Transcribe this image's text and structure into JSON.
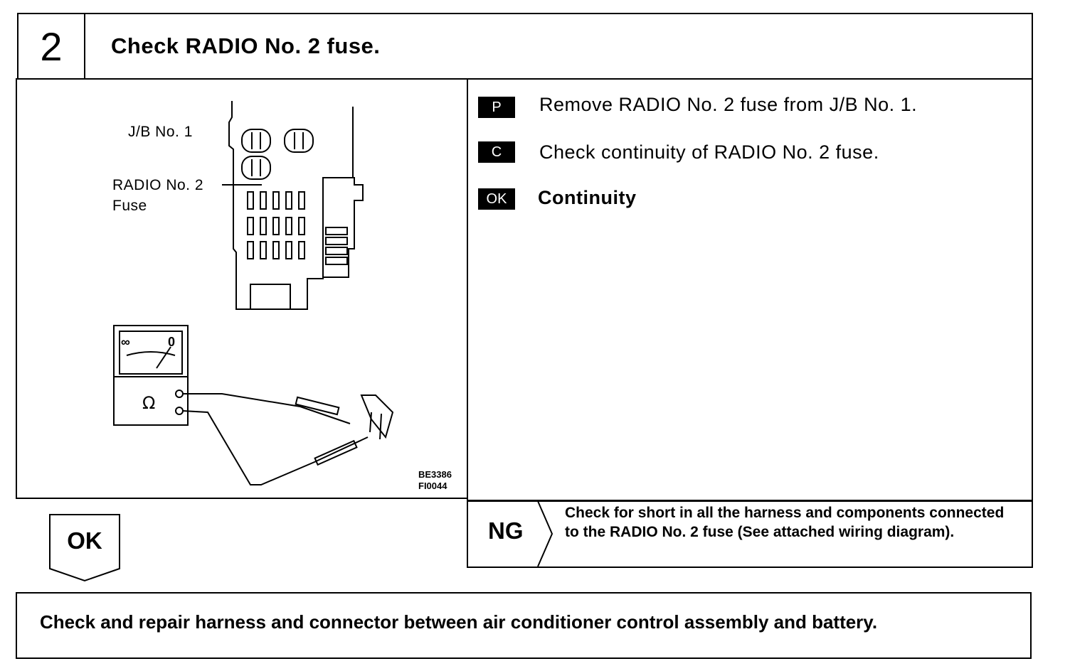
{
  "step": {
    "number": "2",
    "title": "Check RADIO No. 2 fuse."
  },
  "figure": {
    "label_jb": "J/B No. 1",
    "label_fuse_line1": "RADIO No. 2",
    "label_fuse_line2": "Fuse",
    "meter_infinity": "∞",
    "meter_zero": "0",
    "meter_ohm": "Ω",
    "code1": "BE3386",
    "code2": "FI0044"
  },
  "instructions": [
    {
      "tag": "P",
      "text": "Remove RADIO No. 2 fuse from J/B No. 1."
    },
    {
      "tag": "C",
      "text": "Check continuity of RADIO No. 2 fuse."
    },
    {
      "tag": "OK",
      "text": "Continuity"
    }
  ],
  "ok_branch": {
    "label": "OK"
  },
  "ng_branch": {
    "label": "NG",
    "text": "Check for short in all the harness and components connected to the RADIO No. 2 fuse (See attached wiring diagram)."
  },
  "result": {
    "text": "Check and repair harness and connector between air conditioner control assembly and battery."
  }
}
